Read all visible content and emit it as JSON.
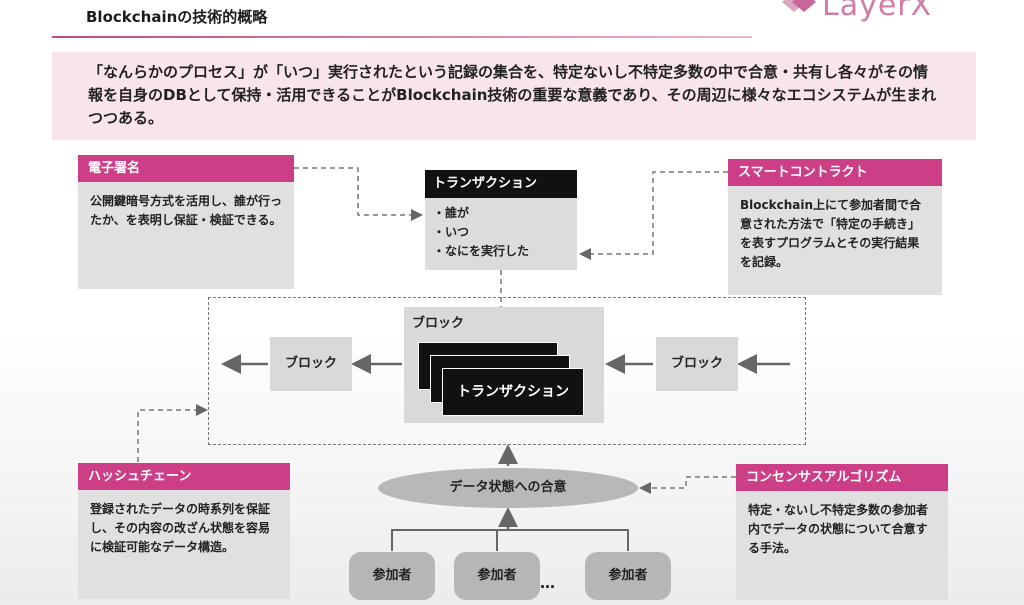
{
  "header": {
    "title": "Blockchainの技術的概略",
    "logo_text": "LayerX"
  },
  "summary": {
    "text": "「なんらかのプロセス」が「いつ」実行されたという記録の集合を、特定ないし不特定多数の中で合意・共有し各々がその情報を自身のDBとして保持・活用できることがBlockchain技術の重要な意義であり、その周辺に様々なエコシステムが生まれつつある。"
  },
  "digital_signature": {
    "heading": "電子署名",
    "body": "公開鍵暗号方式を活用し、誰が行ったか、を表明し保証・検証できる。"
  },
  "transaction_top": {
    "heading": "トランザクション",
    "items": [
      "・誰が",
      "・いつ",
      "・なにを実行した"
    ]
  },
  "smart_contract": {
    "heading": "スマートコントラクト",
    "body": "Blockchain上にて参加者間で合意された方法で「特定の手続き」を表すプログラムとその実行結果を記録。"
  },
  "chain": {
    "center_block_label": "ブロック",
    "stack_label": "トランザクション",
    "left_block_label": "ブロック",
    "right_block_label": "ブロック"
  },
  "hash_chain": {
    "heading": "ハッシュチェーン",
    "body": "登録されたデータの時系列を保証し、その内容の改ざん状態を容易に検証可能なデータ構造。"
  },
  "consensus": {
    "ellipse_label": "データ状態への合意",
    "heading": "コンセンサスアルゴリズム",
    "body": "特定・ないし不特定多数の参加者内でデータの状態について合意する手法。"
  },
  "participants": {
    "labels": [
      "参加者",
      "参加者",
      "参加者"
    ],
    "ellipsis": "…"
  },
  "colors": {
    "accent": "#cc3f86",
    "summary_bg": "#f7e4ec",
    "card_bg": "#e0e0e0",
    "dark": "#111111"
  }
}
